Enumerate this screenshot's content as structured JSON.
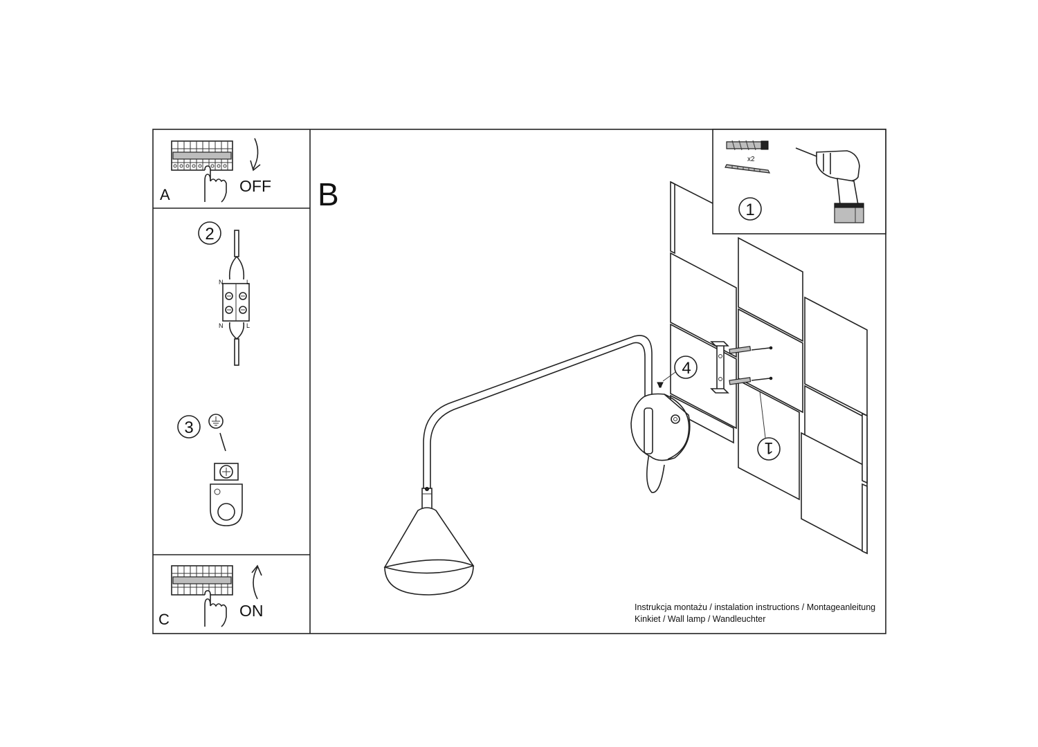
{
  "steps": {
    "a_label": "A",
    "a_action": "OFF",
    "b_label": "B",
    "c_label": "C",
    "c_action": "ON",
    "s1": "1",
    "s2": "2",
    "s3": "3",
    "s4": "4",
    "wall_mark": "1"
  },
  "wires": {
    "n_top": "N",
    "l_top": "L",
    "n_bottom": "N",
    "l_bottom": "L"
  },
  "tools": {
    "quantity": "x2"
  },
  "footer": {
    "line1": "Instrukcja montażu / instalation instructions / Montageanleitung",
    "line2": "Kinkiet / Wall lamp / Wandleuchter"
  }
}
